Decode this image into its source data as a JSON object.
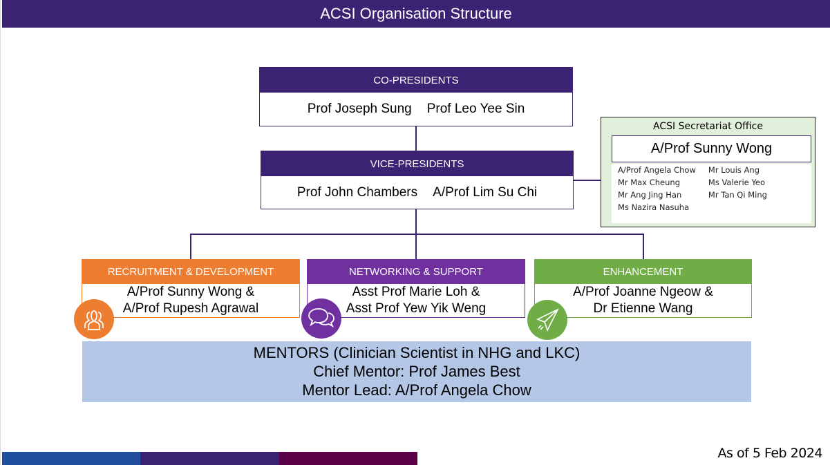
{
  "title": "ACSI Organisation Structure",
  "co_presidents": {
    "header": "CO-PRESIDENTS",
    "members": [
      "Prof Joseph Sung",
      "Prof Leo Yee Sin"
    ]
  },
  "vice_presidents": {
    "header": "VICE-PRESIDENTS",
    "members": [
      "Prof John Chambers",
      "A/Prof Lim Su Chi"
    ]
  },
  "secretariat": {
    "title": "ACSI Secretariat Office",
    "lead": "A/Prof Sunny Wong",
    "members_col1": [
      "A/Prof Angela Chow",
      "Mr Max Cheung",
      "Mr Ang Jing Han",
      "Ms Nazira Nasuha"
    ],
    "members_col2": [
      "Mr Louis Ang",
      "Ms Valerie Yeo",
      "Mr Tan Qi Ming"
    ]
  },
  "teams": [
    {
      "header": "RECRUITMENT & DEVELOPMENT",
      "line1": "A/Prof Sunny Wong &",
      "line2": "A/Prof Rupesh Agrawal",
      "icon": "people-group-icon",
      "color": "#ed7d31"
    },
    {
      "header": "NETWORKING & SUPPORT",
      "line1": "Asst Prof Marie Loh &",
      "line2": "Asst Prof Yew Yik Weng",
      "icon": "chat-bubbles-icon",
      "color": "#7030a0"
    },
    {
      "header": "ENHANCEMENT",
      "line1": "A/Prof Joanne Ngeow &",
      "line2": "Dr Etienne Wang",
      "icon": "paper-plane-icon",
      "color": "#70ad47"
    }
  ],
  "mentors": {
    "line1": "MENTORS (Clinician Scientist in NHG and LKC)",
    "line2": "Chief Mentor: Prof James Best",
    "line3": "Mentor Lead: A/Prof Angela Chow"
  },
  "footer": {
    "as_of": "As of 5 Feb 2024"
  },
  "colors": {
    "primary_purple": "#3b2272",
    "orange": "#ed7d31",
    "violet": "#7030a0",
    "green": "#70ad47",
    "mentor_blue": "#b4c7e7",
    "secretariat_bg": "#e2efda"
  }
}
